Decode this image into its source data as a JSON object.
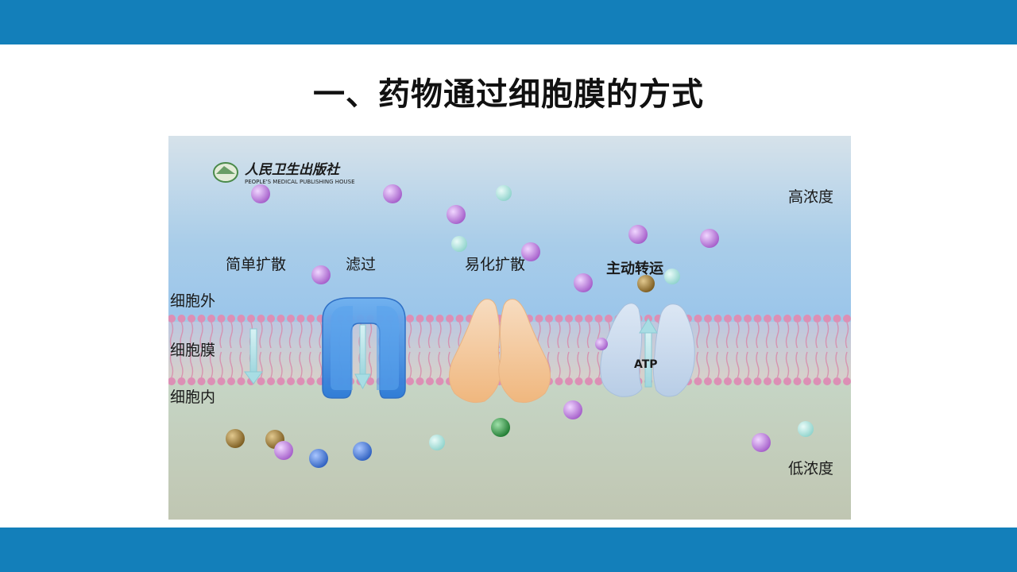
{
  "slide": {
    "title": "一、药物通过细胞膜的方式"
  },
  "publisher": {
    "name_cn": "人民卫生出版社",
    "name_en": "PEOPLE'S MEDICAL PUBLISHING HOUSE"
  },
  "diagram": {
    "concentration_high": "高浓度",
    "concentration_low": "低浓度",
    "regions": {
      "outside": "细胞外",
      "membrane": "细胞膜",
      "inside": "细胞内"
    },
    "mechanisms": {
      "simple_diffusion": "简单扩散",
      "filtration": "滤过",
      "facilitated_diffusion": "易化扩散",
      "active_transport": "主动转运"
    },
    "atp_label": "ATP"
  },
  "colors": {
    "header_bar": "#137fba",
    "molecule_purple": "#b36bd6",
    "molecule_teal": "#9fdcd6",
    "molecule_blue": "#3f6fd0",
    "molecule_brown": "#8a6a2a",
    "molecule_green": "#2c8a3c",
    "channel_blue": "#3a8de0",
    "carrier_orange": "#f3c79a",
    "pump_pale": "#c9d9ec"
  }
}
